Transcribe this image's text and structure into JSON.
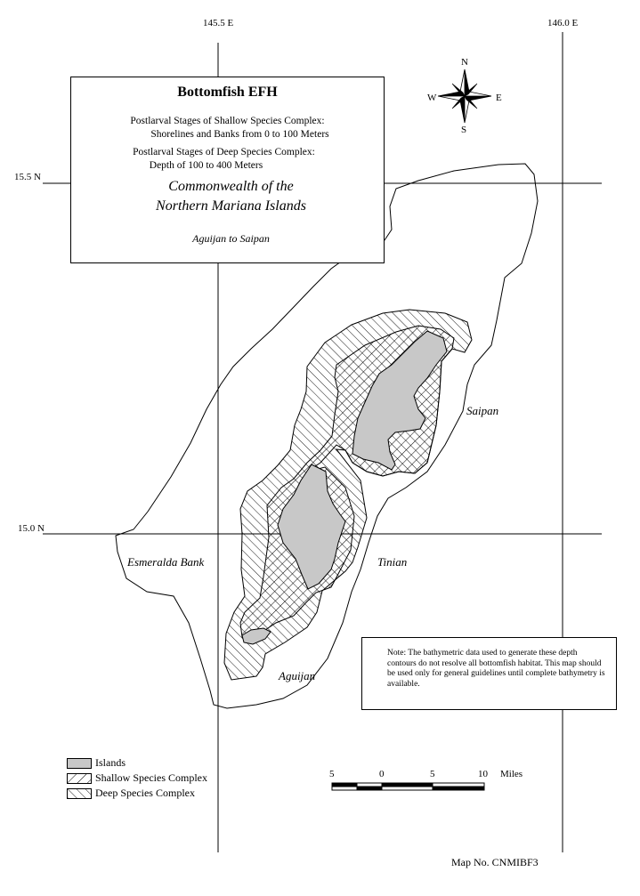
{
  "grid": {
    "lon_labels": [
      "145.5 E",
      "146.0 E"
    ],
    "lat_labels": [
      "15.5 N",
      "15.0 N"
    ]
  },
  "title_box": {
    "title": "Bottomfish EFH",
    "shallow_line1": "Postlarval Stages of Shallow Species Complex:",
    "shallow_line2": "Shorelines and Banks from 0 to 100 Meters",
    "deep_line1": "Postlarval Stages of Deep Species Complex:",
    "deep_line2": "Depth of 100 to 400 Meters",
    "region_line1": "Commonwealth of the",
    "region_line2": "Northern Mariana Islands",
    "extent": "Aguijan to Saipan"
  },
  "compass": {
    "n": "N",
    "s": "S",
    "e": "E",
    "w": "W"
  },
  "places": {
    "saipan": "Saipan",
    "tinian": "Tinian",
    "aguijan": "Aguijan",
    "esmeralda": "Esmeralda Bank"
  },
  "note": "Note: The bathymetric data used to generate these depth contours do not resolve all bottomfish habitat. This map should be used only for general guidelines until complete bathymetry is available.",
  "legend": [
    {
      "label": "Islands",
      "pattern": "islands"
    },
    {
      "label": "Shallow Species Complex",
      "pattern": "shallow"
    },
    {
      "label": "Deep Species Complex",
      "pattern": "deep"
    }
  ],
  "scale": {
    "ticks": [
      "5",
      "0",
      "5",
      "10"
    ],
    "unit": "Miles"
  },
  "map_number": "Map No. CNMIBF3",
  "colors": {
    "island_fill": "#c8c8c8",
    "line": "#000000",
    "background": "#ffffff"
  }
}
